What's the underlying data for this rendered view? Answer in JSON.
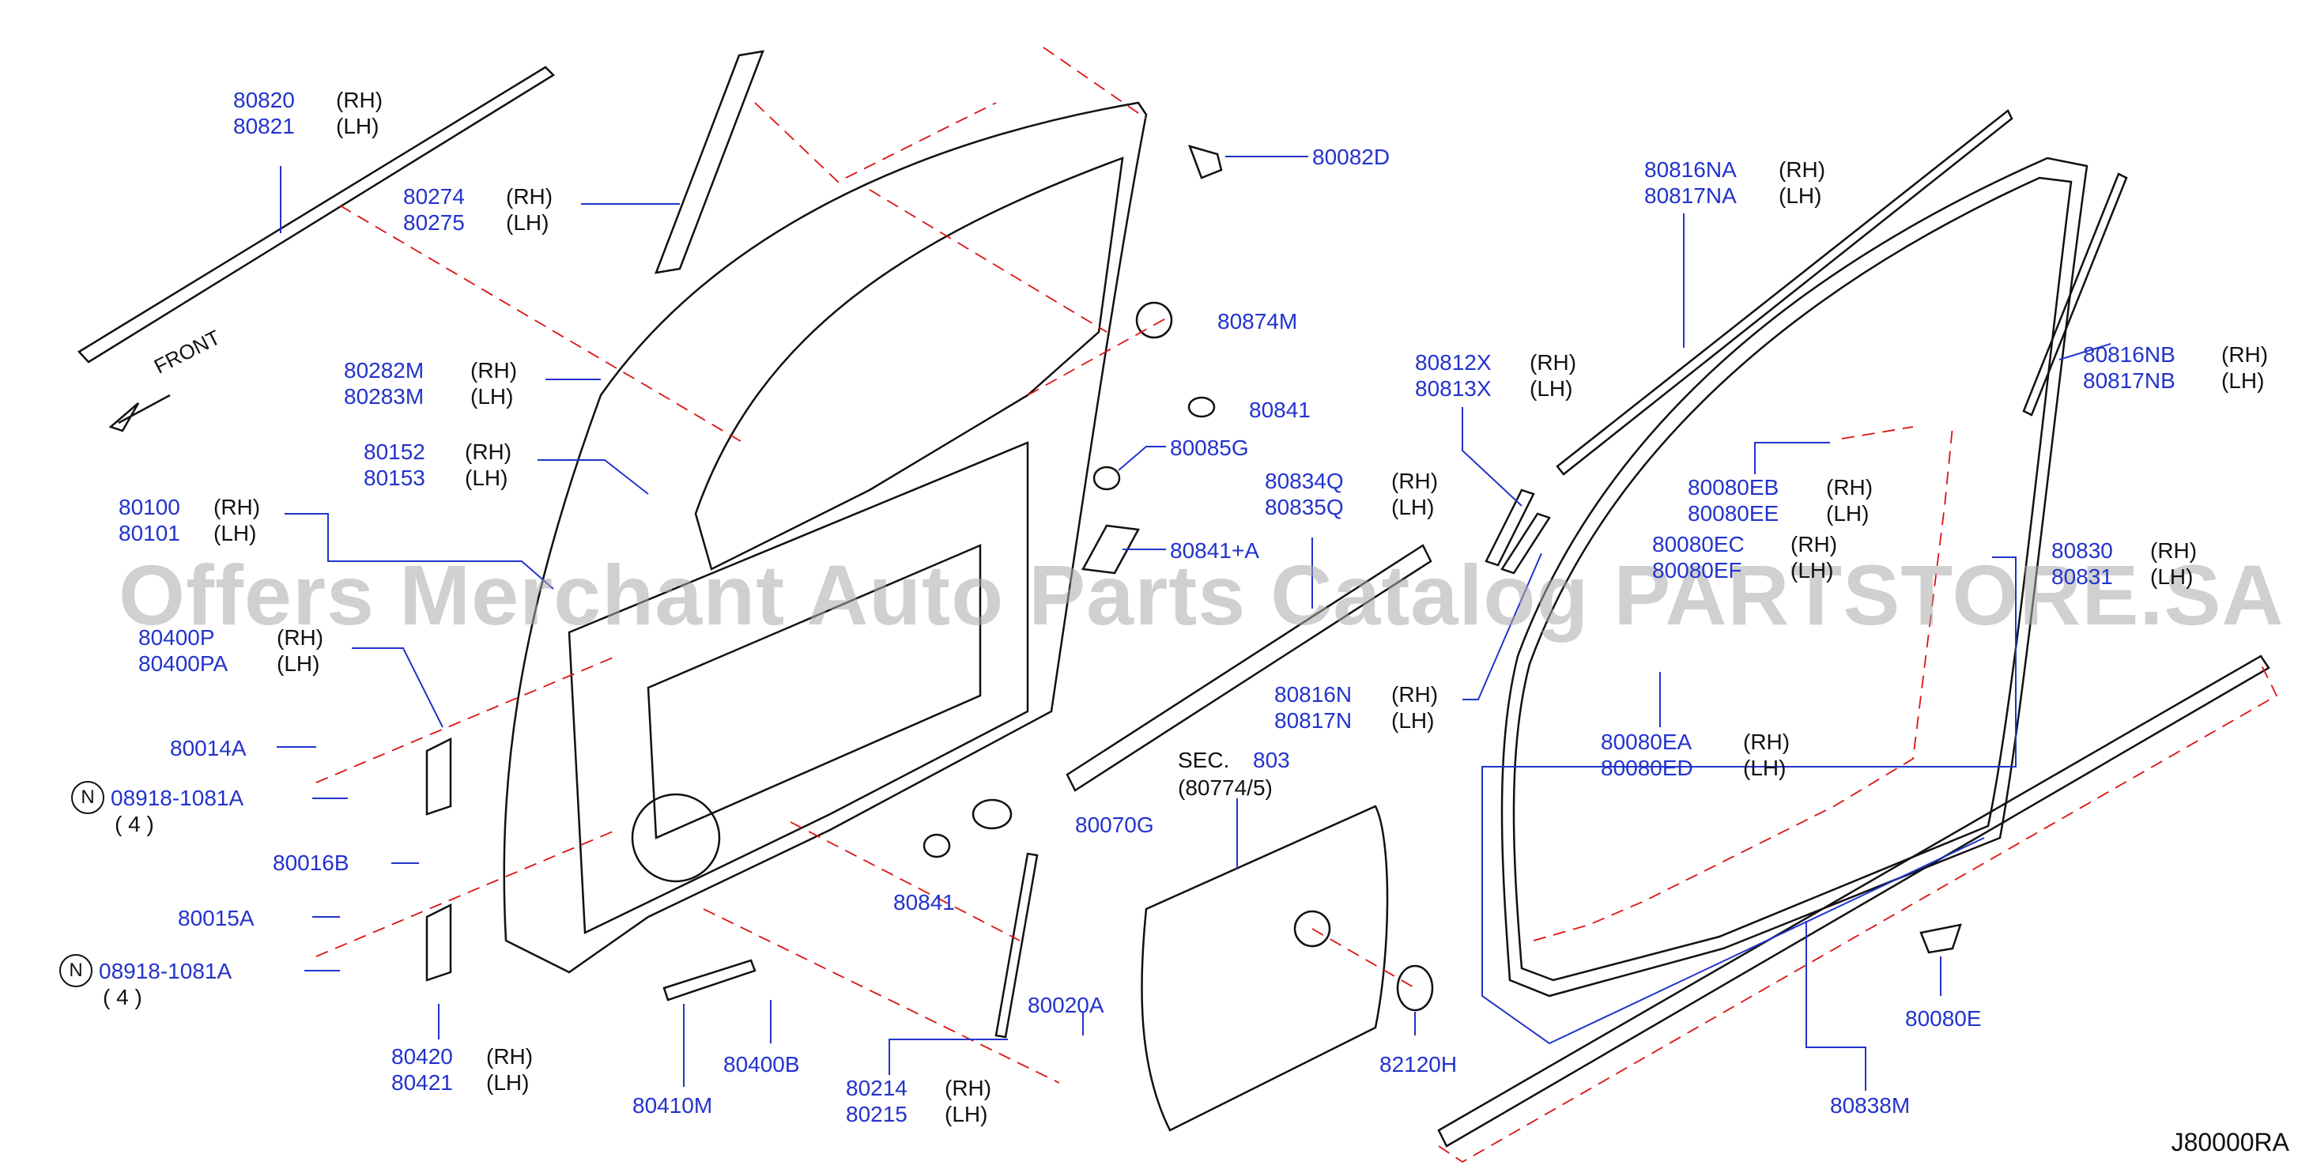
{
  "diagram_code": "J80000RA",
  "watermark": "Offers Merchant Auto Parts Catalog PARTSTORE.SA",
  "front_label": "FRONT",
  "sec_label": "SEC.",
  "sec_number": "803",
  "sec_sub": "(80774/5)",
  "n_symbol": "N",
  "parts": {
    "p80820": "80820",
    "p80821": "80821",
    "p80274": "80274",
    "p80275": "80275",
    "p80282m": "80282M",
    "p80283m": "80283M",
    "p80152": "80152",
    "p80153": "80153",
    "p80100": "80100",
    "p80101": "80101",
    "p80400p": "80400P",
    "p80400pa": "80400PA",
    "p80014a": "80014A",
    "p08918a": "08918-1081A",
    "p08918a_qty": "( 4 )",
    "p80016b": "80016B",
    "p80015a": "80015A",
    "p08918b": "08918-1081A",
    "p08918b_qty": "( 4 )",
    "p80420": "80420",
    "p80421": "80421",
    "p80410m": "80410M",
    "p80400b": "80400B",
    "p80214": "80214",
    "p80215": "80215",
    "p80020a": "80020A",
    "p80841a": "80841",
    "p80070g": "80070G",
    "p80082d": "80082D",
    "p80874m": "80874M",
    "p80841b": "80841",
    "p80085g": "80085G",
    "p80841plus": "80841+A",
    "p80834q": "80834Q",
    "p80835q": "80835Q",
    "p80816n": "80816N",
    "p80817n": "80817N",
    "p80812x": "80812X",
    "p80813x": "80813X",
    "p80816na": "80816NA",
    "p80817na": "80817NA",
    "p80816nb": "80816NB",
    "p80817nb": "80817NB",
    "p80080eb": "80080EB",
    "p80080ee": "80080EE",
    "p80080ec": "80080EC",
    "p80080ef": "80080EF",
    "p80830": "80830",
    "p80831": "80831",
    "p80080ea": "80080EA",
    "p80080ed": "80080ED",
    "p82120h": "82120H",
    "p80080e": "80080E",
    "p80838m": "80838M"
  },
  "side": {
    "rh": "(RH)",
    "lh": "(LH)"
  }
}
